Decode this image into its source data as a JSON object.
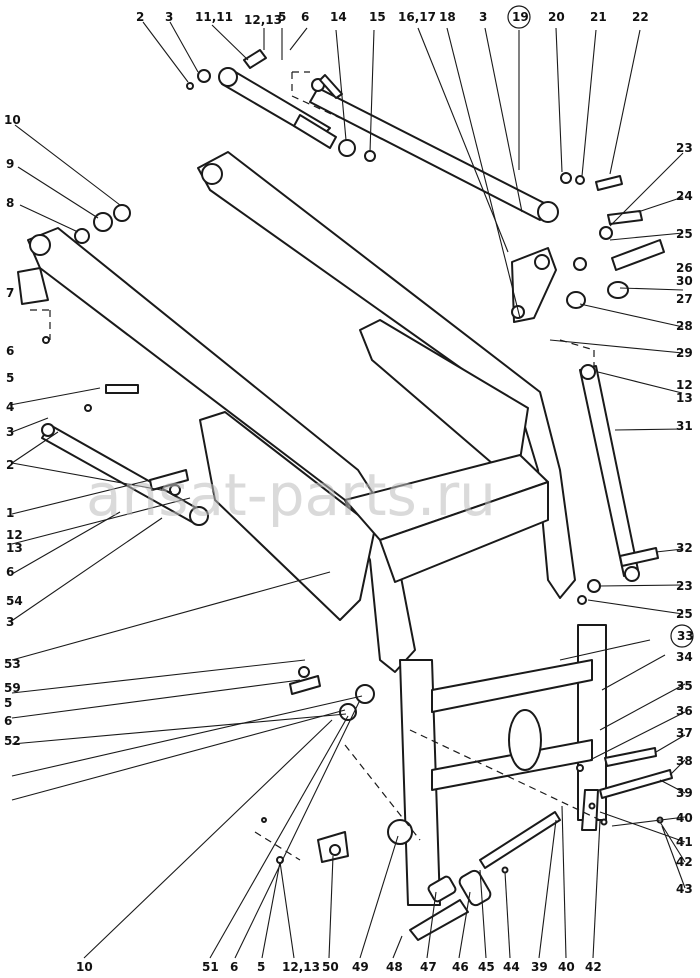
{
  "watermark": "ansat-parts.ru",
  "circled": [
    "19",
    "33"
  ],
  "callouts": [
    "2",
    "3",
    "11,11",
    "12,13",
    "5",
    "6",
    "14",
    "15",
    "16,17",
    "18",
    "3",
    "19",
    "20",
    "21",
    "22",
    "10",
    "9",
    "8",
    "23",
    "24",
    "25",
    "26",
    "30",
    "27",
    "28",
    "29",
    "7",
    "6",
    "5",
    "4",
    "3",
    "12",
    "13",
    "31",
    "2",
    "1",
    "12",
    "13",
    "6",
    "54",
    "3",
    "32",
    "23",
    "25",
    "53",
    "59",
    "5",
    "6",
    "52",
    "33",
    "34",
    "35",
    "36",
    "37",
    "38",
    "39",
    "40",
    "41",
    "42",
    "43",
    "10",
    "51",
    "6",
    "5",
    "12,13",
    "50",
    "49",
    "48",
    "47",
    "46",
    "45",
    "44",
    "39",
    "40",
    "42"
  ]
}
